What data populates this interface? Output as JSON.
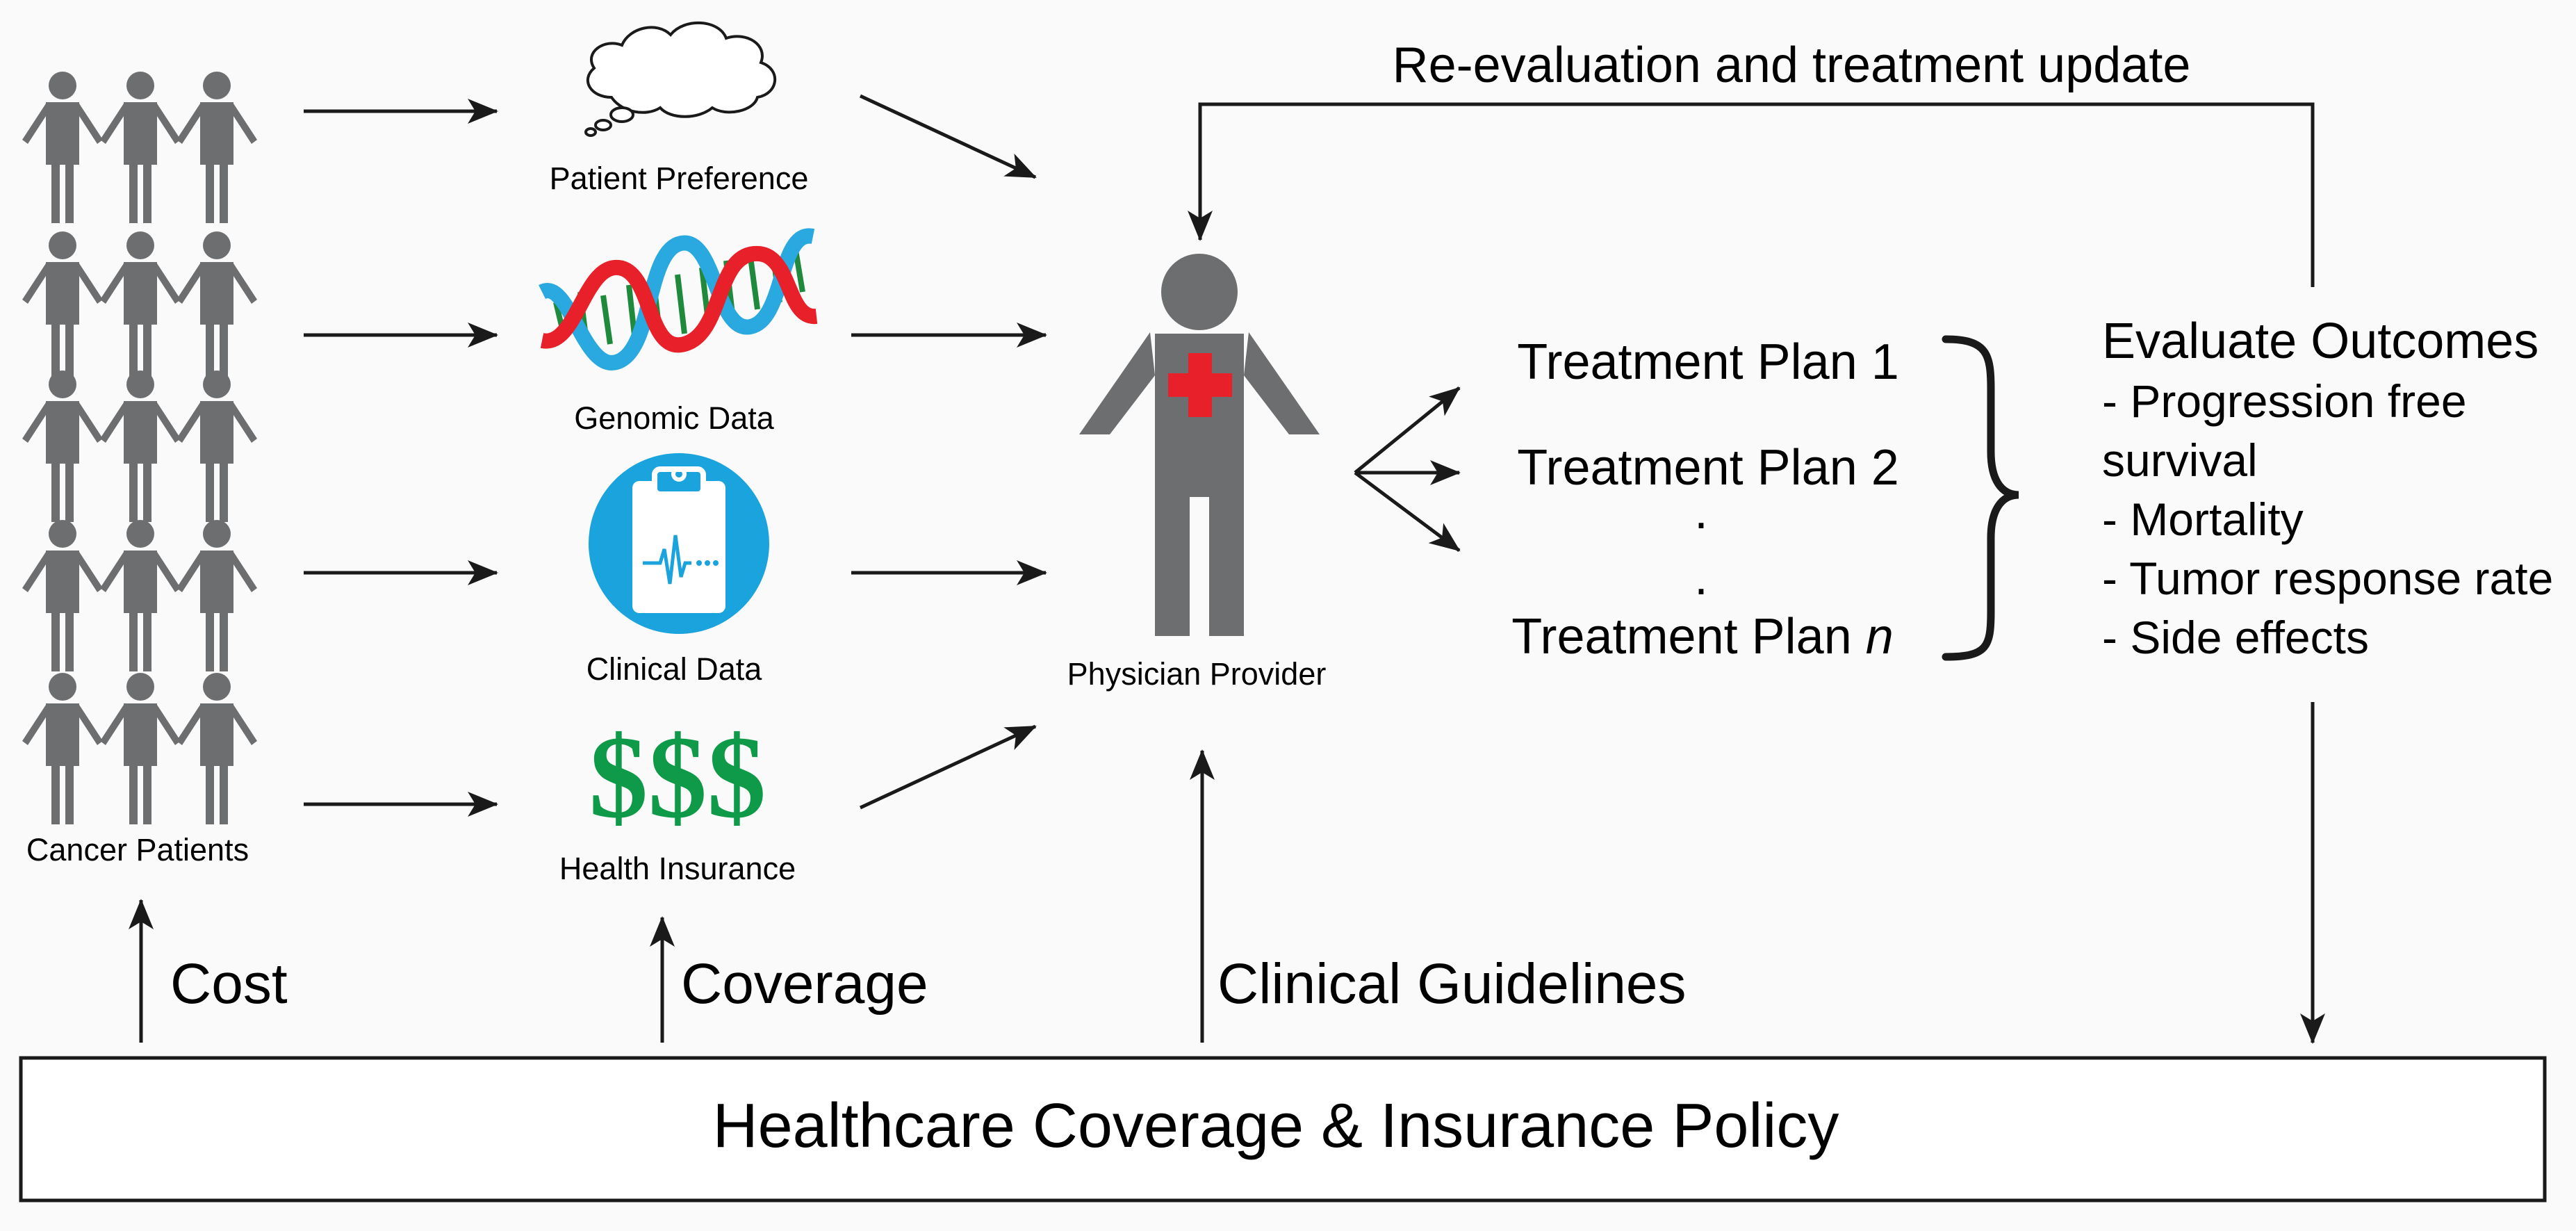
{
  "patients": {
    "label": "Cancer Patients"
  },
  "inputs": {
    "patient_preference": "Patient Preference",
    "genomic_data": "Genomic Data",
    "clinical_data": "Clinical Data",
    "health_insurance": "Health Insurance",
    "dollar_signs": "$$$"
  },
  "physician": {
    "label": "Physician Provider"
  },
  "treatment": {
    "plan1": "Treatment Plan 1",
    "plan2": "Treatment Plan 2",
    "planN_prefix": "Treatment Plan ",
    "planN_suffix": "n",
    "dot": "."
  },
  "outcomes": {
    "title": "Evaluate Outcomes",
    "lines": [
      "- Progression free",
      "survival",
      "- Mortality",
      "- Tumor response rate",
      "- Side effects"
    ]
  },
  "feedback": {
    "label": "Re-evaluation and treatment update"
  },
  "bottom_labels": {
    "cost": "Cost",
    "coverage": "Coverage",
    "guidelines": "Clinical Guidelines"
  },
  "policy_box": {
    "label": "Healthcare Coverage & Insurance Policy"
  },
  "colors": {
    "figure": "#6d6e70",
    "cross": "#e8202a",
    "dollar": "#0e9a48",
    "clipboard": "#1aa3dc",
    "dna_red": "#e8202a",
    "dna_blue": "#2aa8e0",
    "dna_green": "#1f8a3b"
  }
}
